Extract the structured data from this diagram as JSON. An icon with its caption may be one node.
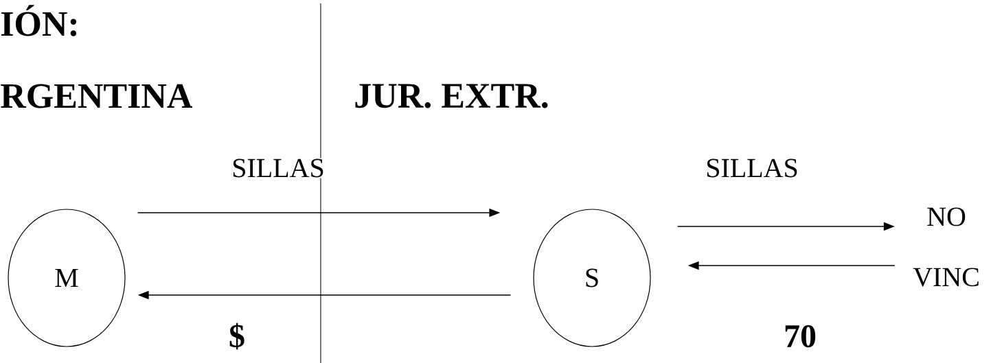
{
  "diagram": {
    "nodes": [
      {
        "text": [
          "M"
        ]
      },
      {
        "text": [
          "S"
        ]
      },
      {
        "text": [
          "NO VINC"
        ]
      }
    ],
    "edges": [
      {
        "from": 0,
        "to": 1,
        "arrow": "to",
        "label": "SILLAS"
      },
      {
        "from": 1,
        "to": 0,
        "arrow": "to",
        "label": "$"
      },
      {
        "from": 1,
        "to": 2,
        "arrow": "to",
        "label": "SILLAS"
      },
      {
        "from": 2,
        "to": 1,
        "arrow": "to",
        "label": "70"
      }
    ],
    "labels": [
      "IÓN:",
      "RGENTINA",
      "JUR. EXTR."
    ]
  }
}
